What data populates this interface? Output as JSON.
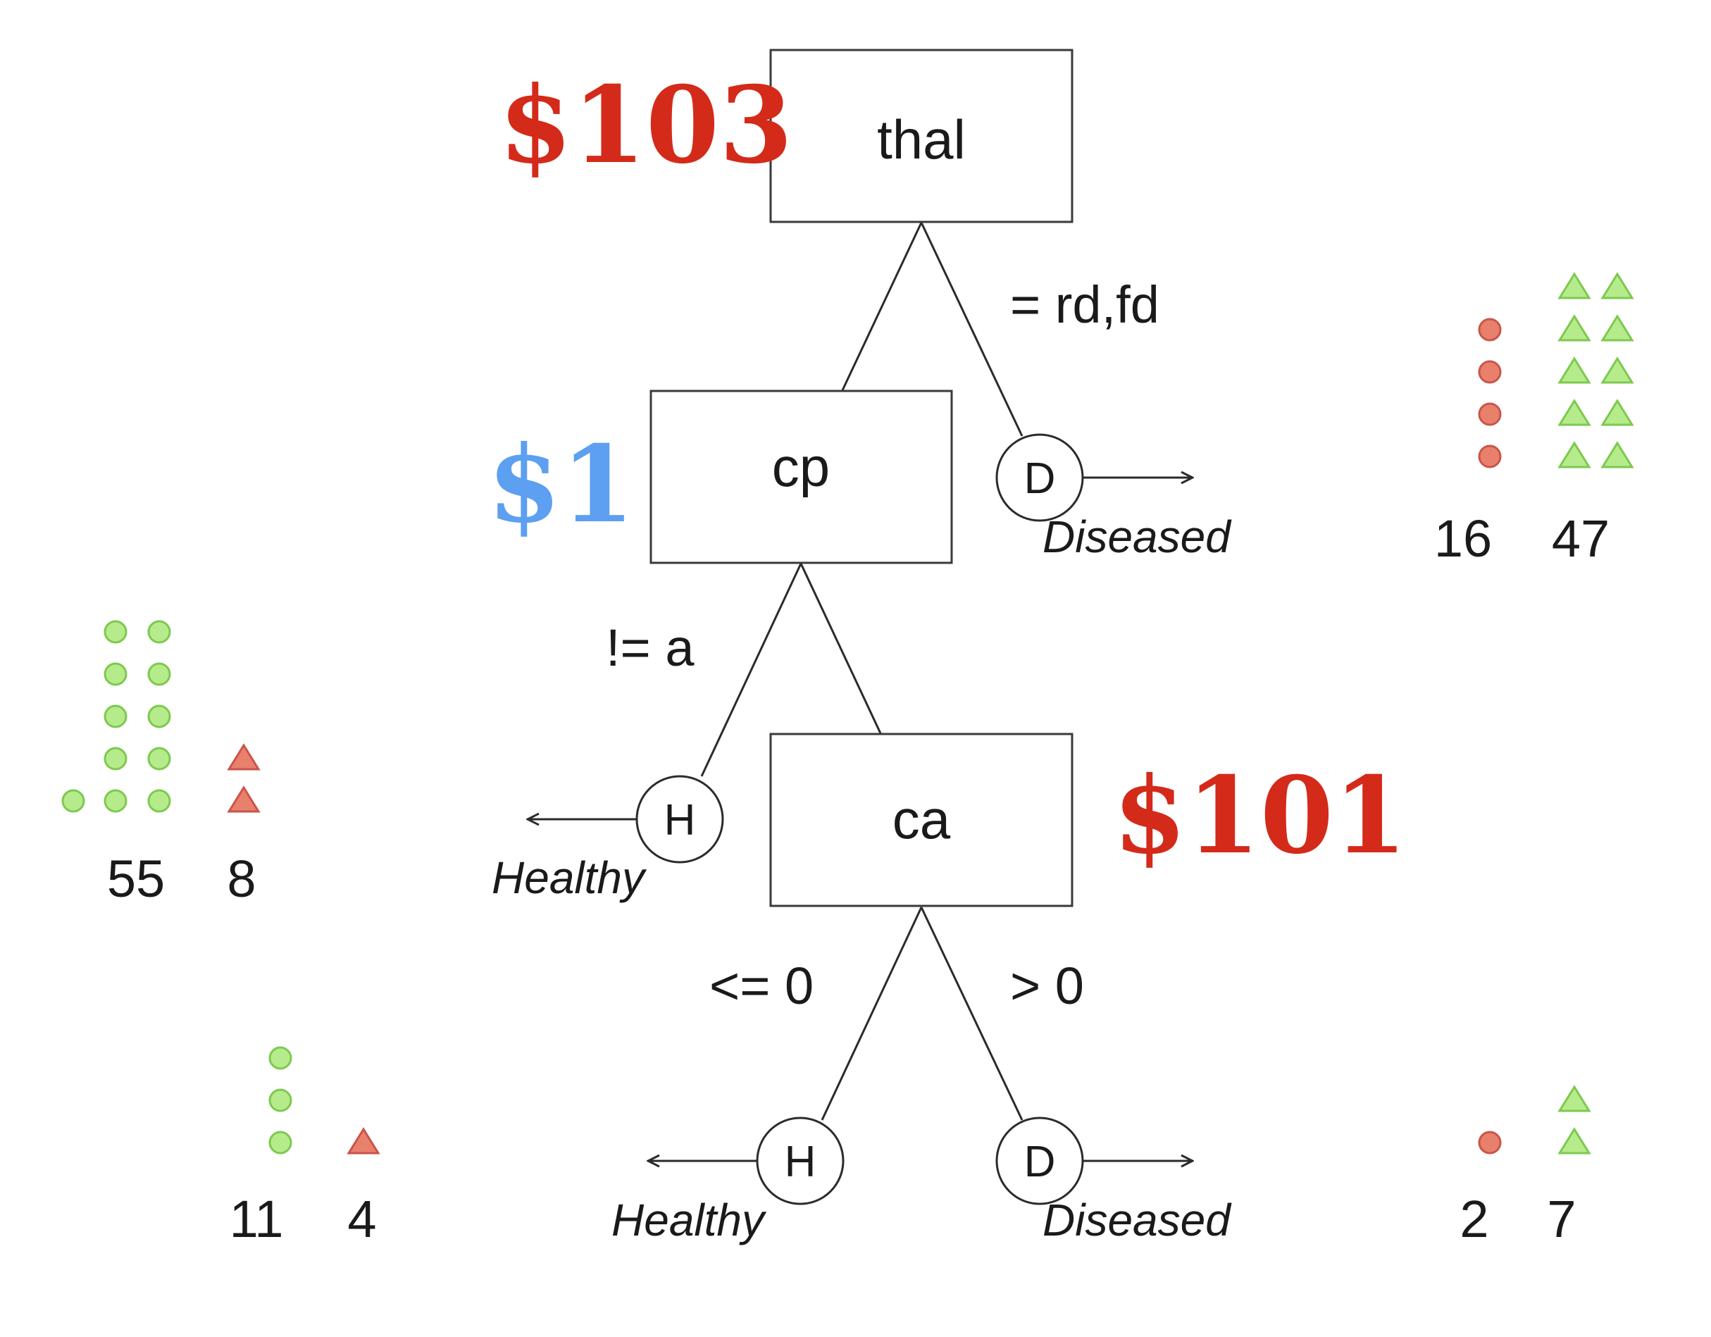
{
  "colors": {
    "cost_high": "#d42a1a",
    "cost_low": "#5d9ff0",
    "healthy_fill": "#b6eb8c",
    "healthy_stroke": "#7dc94f",
    "diseased_fill": "#e8806c",
    "diseased_stroke": "#c9554a"
  },
  "icons": {
    "healthy": "circle",
    "diseased": "triangle"
  },
  "costs": {
    "thal": "$103",
    "cp": "$1",
    "ca": "$101"
  },
  "nodes": {
    "thal": "thal",
    "cp": "cp",
    "ca": "ca"
  },
  "edges": {
    "thal_right": "= rd,fd",
    "cp_left": "!= a",
    "ca_left": "<= 0",
    "ca_right": "> 0"
  },
  "leaves": {
    "thal_D": {
      "letter": "D",
      "label": "Diseased",
      "healthy_symbols": 4,
      "diseased_symbols": 10,
      "healthy_count": "16",
      "diseased_count": "47"
    },
    "cp_H": {
      "letter": "H",
      "label": "Healthy",
      "healthy_symbols": 11,
      "diseased_symbols": 2,
      "healthy_count": "55",
      "diseased_count": "8"
    },
    "ca_H": {
      "letter": "H",
      "label": "Healthy",
      "healthy_symbols": 3,
      "diseased_symbols": 1,
      "healthy_count": "11",
      "diseased_count": "4"
    },
    "ca_D": {
      "letter": "D",
      "label": "Diseased",
      "healthy_symbols": 1,
      "diseased_symbols": 2,
      "healthy_count": "2",
      "diseased_count": "7"
    }
  }
}
